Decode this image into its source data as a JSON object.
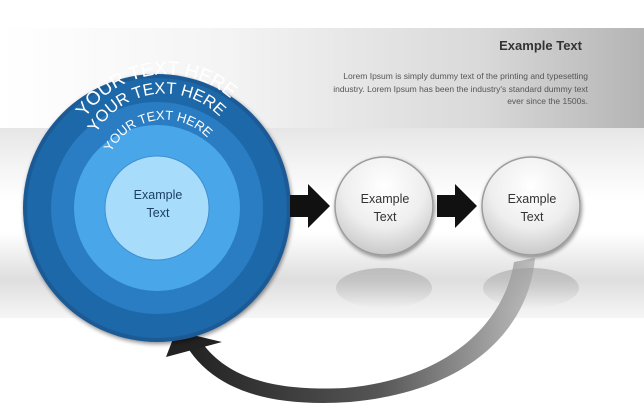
{
  "header": {
    "title": "Example Text",
    "body": "Lorem Ipsum is simply dummy text of the printing and typesetting industry. Lorem Ipsum has been the industry's standard dummy text ever since the 1500s."
  },
  "rings": [
    {
      "label": "YOUR TEXT HERE"
    },
    {
      "label": "YOUR TEXT HERE"
    },
    {
      "label": "YOUR TEXT HERE"
    }
  ],
  "center": {
    "line1": "Example",
    "line2": "Text"
  },
  "nodes": [
    {
      "line1": "Example",
      "line2": "Text"
    },
    {
      "line1": "Example",
      "line2": "Text"
    }
  ],
  "colors": {
    "ring_outer": "#1d5a96",
    "ring_2": "#2a7cc3",
    "ring_3": "#3f9be0",
    "ring_4": "#5ab4f0",
    "core": "#a8dcfb",
    "arrow": "#111111",
    "node_fill": "#e8e8e8"
  },
  "icons": [
    "right-arrow-icon",
    "right-arrow-icon",
    "curved-return-arrow-icon"
  ]
}
